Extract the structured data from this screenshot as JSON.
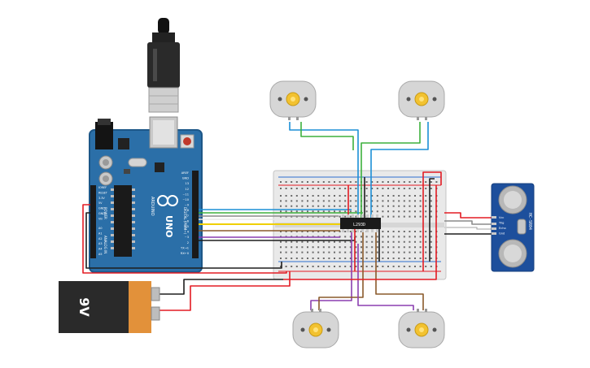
{
  "arduino": {
    "model": "UNO",
    "brand": "ARDUINO",
    "digital_header": "DIGITAL (PWM~)",
    "power_header": "POWER",
    "analog_header": "ANALOG IN",
    "pin_labels_digital": [
      "AREF",
      "GND",
      "13",
      "12",
      "~11",
      "~10",
      "~9",
      "8",
      "7",
      "~6",
      "~5",
      "4",
      "~3",
      "2",
      "TX→1",
      "RX←0"
    ],
    "pin_labels_power": [
      "IOREF",
      "RESET",
      "3.3V",
      "5V",
      "GND",
      "GND",
      "Vin"
    ],
    "pin_labels_analog": [
      "A0",
      "A1",
      "A2",
      "A3",
      "A4",
      "A5"
    ],
    "led_labels": [
      "L",
      "TX",
      "RX",
      "ON"
    ]
  },
  "battery": {
    "label": "9V"
  },
  "motor_driver": {
    "label": "L293D"
  },
  "sensor": {
    "model": "HC-SR04",
    "pin_labels": [
      "Vcc",
      "Trig",
      "Echo",
      "Gnd"
    ]
  },
  "motors": [
    {
      "name": "motor-top-left"
    },
    {
      "name": "motor-top-right"
    },
    {
      "name": "motor-bottom-left"
    },
    {
      "name": "motor-bottom-right"
    }
  ],
  "wire_colors": {
    "red": "#e31b23",
    "black": "#1e1e1e",
    "blue": "#1c8fd6",
    "green": "#3db03d",
    "purple": "#8b3fb0",
    "brown": "#8a5a2b",
    "yellow": "#f0d000",
    "white": "#e8e8e8",
    "grey": "#8c8c8c"
  },
  "colors": {
    "board": "#2b6fa8",
    "board_edge": "#1d5788",
    "breadboard": "#e9e9e9",
    "sensor": "#1d4f9c",
    "battery": "#2a2a2a",
    "battery_terminal": "#e2913a",
    "motor": "#d6d6d6"
  }
}
